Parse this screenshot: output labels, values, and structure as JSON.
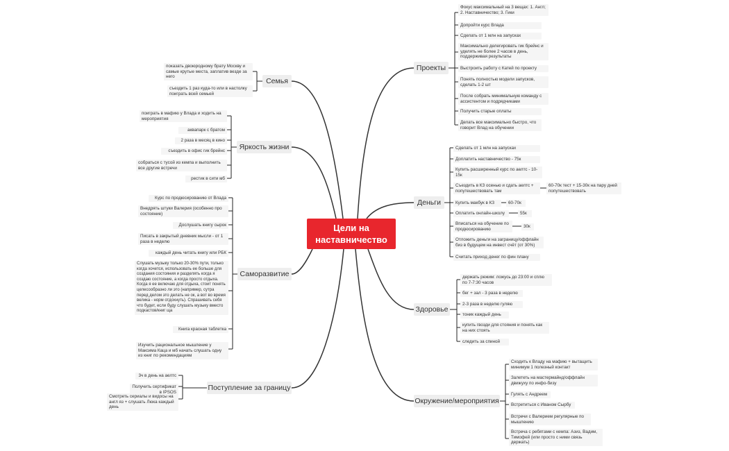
{
  "center": "Цели на наставничество",
  "branches": {
    "projects": {
      "title": "Проекты",
      "items": [
        "Фокус максимальный на 3 вещах: 1. Англ; 2. Наставничество; 3. Гики",
        "Допройти курс Влада",
        "Сделать от 1 млн на запусках",
        "Максимально делегировать гик брейнс и уделять не более 2 часов в день, поддерживая результаты",
        "Выстроить работу с Катей по проекту",
        "Понять полностью модели запусков, сделать 1-2 шт",
        "После собрать минимальную команду с ассистентом и подрядчиками",
        "Получить старые оплаты",
        "Делать все максимально быстро, что говорит Влад на обучении"
      ]
    },
    "money": {
      "title": "Деньги",
      "items": [
        "Сделать от 1 млн на запусках",
        "Доплатить наставничество - 75к",
        "Купить расширенный курс по аелтс - 10-15к",
        "Съездить в КЗ осенью и сдать аелтс + попутешествовать там",
        "Купить макбук в КЗ",
        "Оплатить онлайн-школу",
        "Вписаться на обучение по продюсированию",
        "Отложить деньги на заграницу/оффлайн биз в будущем на инвест счёт (от 30%)",
        "Считать приход денег по фин плану"
      ],
      "notes": {
        "kz": "60-70к тест + 15-30к на пару дней попутешествовать",
        "macbook": "60-70к",
        "school": "55к",
        "producing": "30к"
      }
    },
    "health": {
      "title": "Здоровье",
      "items": [
        "держать режим: ложусь до 23:00 и сплю по 7-7:30 часов",
        "бег + зал - 3 раза в неделю",
        "2-3 раза в неделю гуляю",
        "тоник каждый день",
        "купить гвозди для стояния и понять как на них стоять",
        "следить за спиной"
      ]
    },
    "environment": {
      "title": "Окружение/мероприятия",
      "items": [
        "Сходить к Владу на мафию + вытащить минимум 1 полезный контакт",
        "Залететь на мастермайнд/оффлайн движуху по инфо-бизу",
        "Гулять с Андреем",
        "Встретиться с Иваном Сырбу",
        "Встречи с Валерием регулярные по мышлению",
        "Встреча с ребятами с кемпа: Азиз, Вадим, Тимофей (или просто с ними связь держать)"
      ]
    },
    "family": {
      "title": "Семья",
      "items": [
        "показать двоюродному брату Москву и самые крутые места, заплатив везде за него",
        "съездить 1 раз куда-то или в настолку поиграть всей семьей"
      ]
    },
    "brightness": {
      "title": "Яркость жизни",
      "items": [
        "поиграть в мафию у Влада и ходить на мероприятия",
        "аквапарк с братом",
        "2 раза в месяц в кино",
        "съездить в офис гик брейнс",
        "собраться с тусой из кемпа и выполнить все другие встречи",
        "рестик в сити мб"
      ]
    },
    "selfdev": {
      "title": "Саморазвитие",
      "items": [
        "Курс по продюсированию от Влада",
        "Внедрять штуки Валерия (особенно про состояние)",
        "Дослушать книгу сырок",
        "Писать в закрытый дневник мысли - от 1 раза в неделю",
        "каждый день читать книгу или РБК",
        "Слушать музыку только 20-30% пути, только когда хочется, использовать ее больше для создания состояния и разделять когда я создаю состояние, а когда просто отдыха. Когда я ее включаю для отдыха, стоит понять целесообразно ли это (например, сутра перед делом это делать не ок, а вот во время велика - норм отдохнуть). Спрашивать себя что будет, если буду слушать музыку вместо подкастов/книг ща",
        "Книга красная таблетка",
        "Изучить рациональное мышление у Максима Каца и мб начать слушать одну из книг по рекомендациям"
      ]
    },
    "abroad": {
      "title": "Поступление за границу",
      "items": [
        "3ч в день на аелтс",
        "Получить сертификат в IPSOS",
        "Смотреть сериалы и видосы на англ яз + слушать Люка каждый день"
      ]
    }
  }
}
